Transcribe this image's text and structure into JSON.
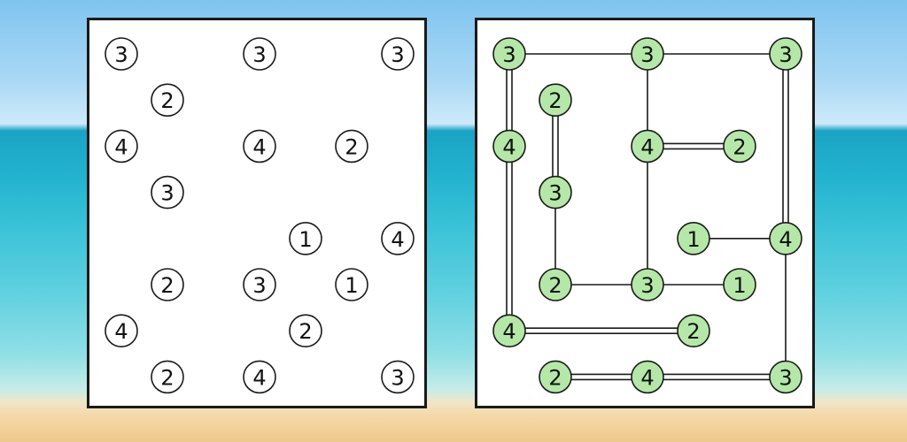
{
  "colors": {
    "board_bg": "#ffffff",
    "node_fill_unsolved": "#ffffff",
    "node_fill_solved": "#b5e8a8",
    "node_stroke": "#1a1a1a",
    "bridge": "#1a1a1a"
  },
  "puzzle": {
    "grid_cols": 7,
    "grid_rows": 8,
    "islands": [
      {
        "id": "a",
        "col": 0,
        "row": 0,
        "value": "3"
      },
      {
        "id": "b",
        "col": 3,
        "row": 0,
        "value": "3"
      },
      {
        "id": "c",
        "col": 6,
        "row": 0,
        "value": "3"
      },
      {
        "id": "d",
        "col": 1,
        "row": 1,
        "value": "2"
      },
      {
        "id": "e",
        "col": 0,
        "row": 2,
        "value": "4"
      },
      {
        "id": "f",
        "col": 3,
        "row": 2,
        "value": "4"
      },
      {
        "id": "g",
        "col": 5,
        "row": 2,
        "value": "2"
      },
      {
        "id": "h",
        "col": 1,
        "row": 3,
        "value": "3"
      },
      {
        "id": "i",
        "col": 4,
        "row": 4,
        "value": "1"
      },
      {
        "id": "j",
        "col": 6,
        "row": 4,
        "value": "4"
      },
      {
        "id": "k",
        "col": 1,
        "row": 5,
        "value": "2"
      },
      {
        "id": "l",
        "col": 3,
        "row": 5,
        "value": "3"
      },
      {
        "id": "m",
        "col": 5,
        "row": 5,
        "value": "1"
      },
      {
        "id": "n",
        "col": 0,
        "row": 6,
        "value": "4"
      },
      {
        "id": "o",
        "col": 4,
        "row": 6,
        "value": "2"
      },
      {
        "id": "p",
        "col": 1,
        "row": 7,
        "value": "2"
      },
      {
        "id": "q",
        "col": 3,
        "row": 7,
        "value": "4"
      },
      {
        "id": "r",
        "col": 6,
        "row": 7,
        "value": "3"
      }
    ],
    "solution_bridges": [
      {
        "from": "a",
        "to": "b",
        "count": 1
      },
      {
        "from": "b",
        "to": "c",
        "count": 1
      },
      {
        "from": "a",
        "to": "e",
        "count": 2
      },
      {
        "from": "c",
        "to": "j",
        "count": 2
      },
      {
        "from": "d",
        "to": "h",
        "count": 2
      },
      {
        "from": "b",
        "to": "f",
        "count": 1
      },
      {
        "from": "f",
        "to": "g",
        "count": 2
      },
      {
        "from": "e",
        "to": "n",
        "count": 2
      },
      {
        "from": "h",
        "to": "k",
        "count": 1
      },
      {
        "from": "f",
        "to": "l",
        "count": 1
      },
      {
        "from": "i",
        "to": "j",
        "count": 1
      },
      {
        "from": "j",
        "to": "r",
        "count": 1
      },
      {
        "from": "k",
        "to": "l",
        "count": 1
      },
      {
        "from": "l",
        "to": "m",
        "count": 1
      },
      {
        "from": "n",
        "to": "o",
        "count": 2
      },
      {
        "from": "p",
        "to": "q",
        "count": 2
      },
      {
        "from": "q",
        "to": "r",
        "count": 2
      }
    ]
  }
}
